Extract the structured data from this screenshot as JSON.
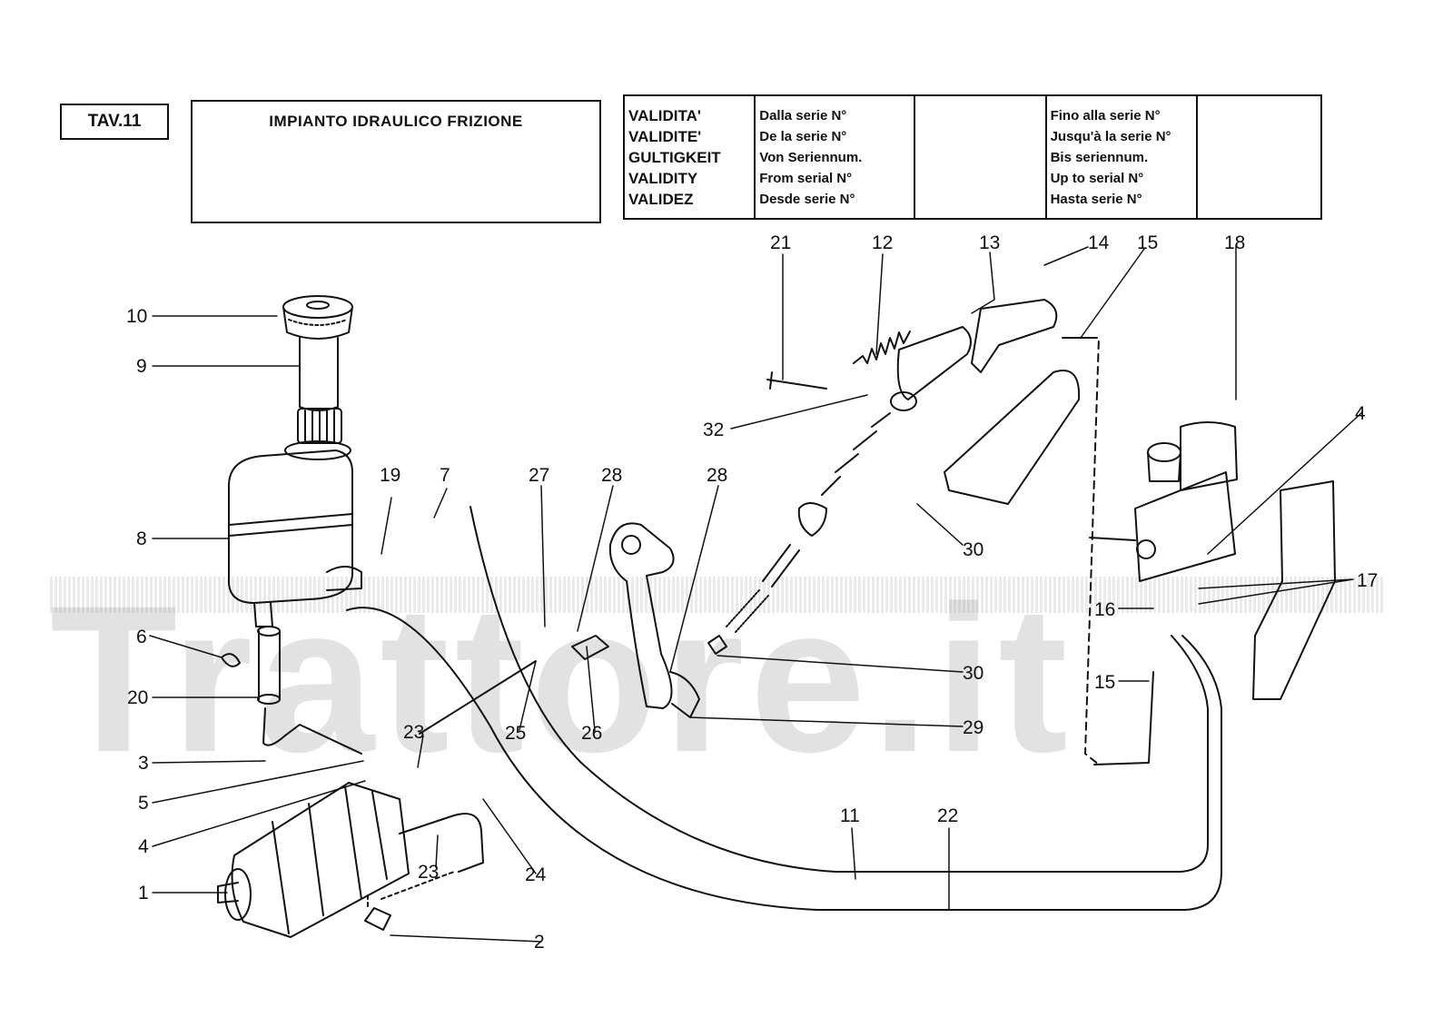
{
  "table_id": "TAV.11",
  "title": "IMPIANTO  IDRAULICO  FRIZIONE",
  "validity": {
    "labels": [
      "VALIDITA'",
      "VALIDITE'",
      "GULTIGKEIT",
      "VALIDITY",
      "VALIDEZ"
    ],
    "from_labels": [
      "Dalla serie N°",
      "De la serie N°",
      "Von Seriennum.",
      "From serial N°",
      "Desde serie N°"
    ],
    "from_value": "",
    "to_labels": [
      "Fino alla serie N°",
      "Jusqu'à la serie N°",
      "Bis seriennum.",
      "Up to serial N°",
      "Hasta serie N°"
    ],
    "to_value": ""
  },
  "watermark": "Trattore.it",
  "callouts": [
    "1",
    "2",
    "3",
    "4",
    "4",
    "5",
    "6",
    "7",
    "8",
    "9",
    "10",
    "11",
    "12",
    "13",
    "14",
    "15",
    "15",
    "16",
    "17",
    "18",
    "19",
    "20",
    "21",
    "22",
    "23",
    "23",
    "24",
    "25",
    "26",
    "27",
    "28",
    "28",
    "29",
    "30",
    "30",
    "32"
  ],
  "colors": {
    "ink": "#111111",
    "paper": "#ffffff",
    "watermark": "#9a9a9a"
  }
}
